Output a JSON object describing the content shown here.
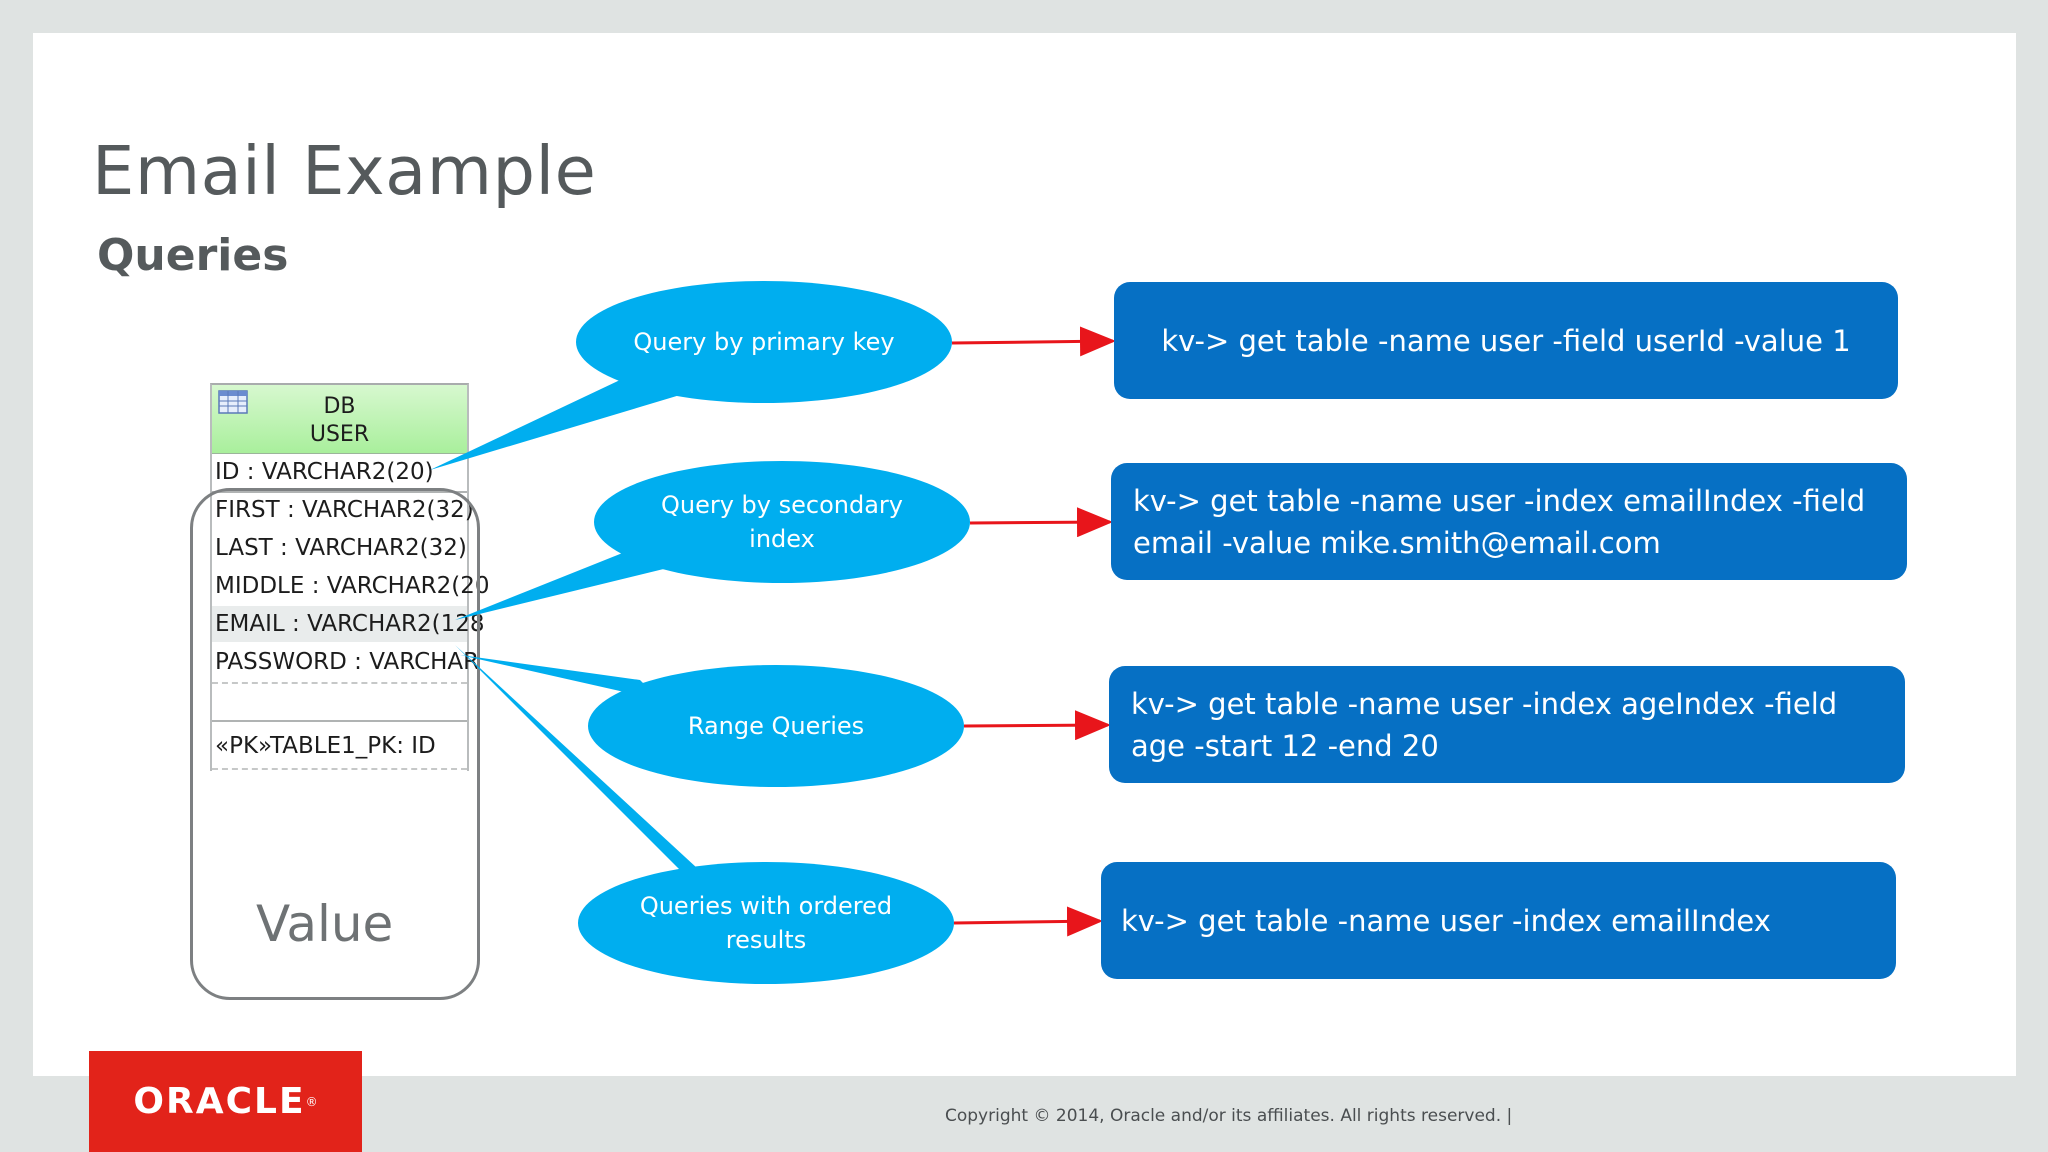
{
  "slide": {
    "title": "Email Example",
    "subtitle": "Queries",
    "value_label": "Value",
    "copyright": "Copyright © 2014, Oracle and/or its affiliates. All rights reserved.  |",
    "logo": "ORACLE"
  },
  "db_table": {
    "title_line1": "DB",
    "title_line2": "USER",
    "rows": [
      "ID : VARCHAR2(20)",
      "FIRST : VARCHAR2(32)",
      "LAST : VARCHAR2(32)",
      "MIDDLE : VARCHAR2(20",
      "EMAIL : VARCHAR2(128",
      "PASSWORD : VARCHAR",
      "",
      "«PK»TABLE1_PK: ID"
    ]
  },
  "queries": [
    {
      "bubble": "Query by primary key",
      "command": "kv-> get table -name user -field userId -value 1"
    },
    {
      "bubble": "Query by secondary index",
      "command": "kv-> get table -name user -index emailIndex -field email -value mike.smith@email.com"
    },
    {
      "bubble": "Range Queries",
      "command": "kv-> get table -name user -index ageIndex -field age -start 12 -end 20"
    },
    {
      "bubble": "Queries with ordered results",
      "command": "kv-> get table -name user -index emailIndex"
    }
  ],
  "colors": {
    "bubble": "#00aeef",
    "command_box": "#0670c4",
    "arrow": "#e8151b",
    "oracle_red": "#e2231a"
  }
}
